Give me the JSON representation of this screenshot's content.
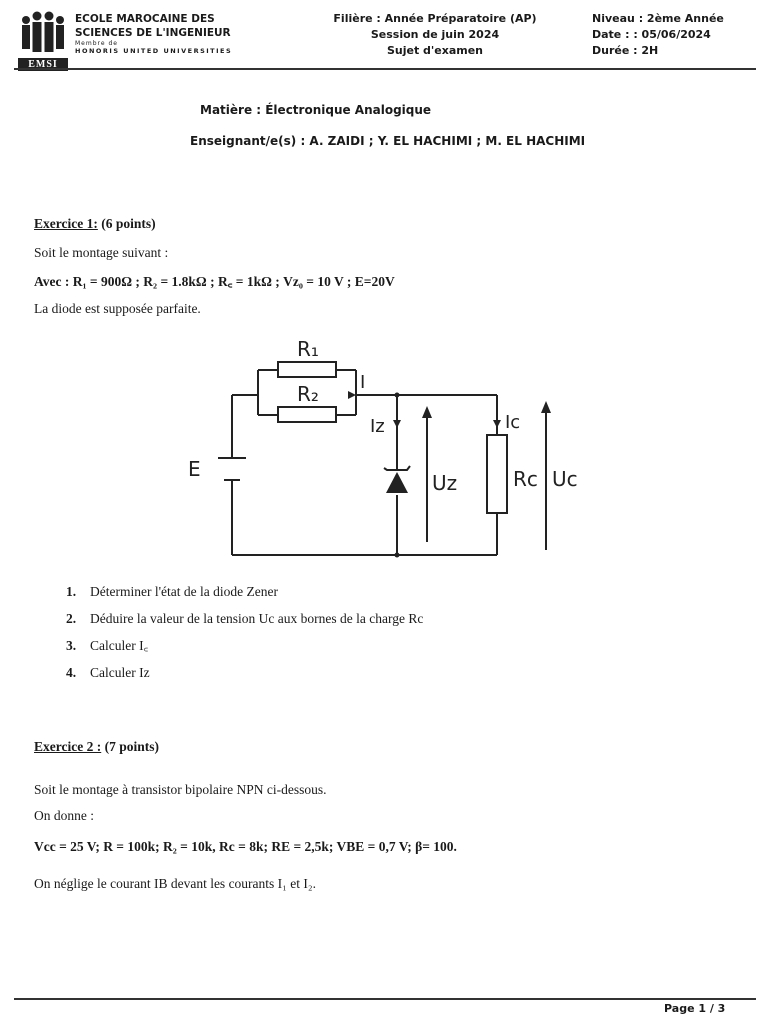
{
  "header": {
    "logo_text": "EMSI",
    "school_line1": "ECOLE MAROCAINE DES",
    "school_line2": "SCIENCES DE L'INGENIEUR",
    "member_of": "Membre de",
    "university": "HONORIS UNITED UNIVERSITIES",
    "filiere": "Filière : Année Préparatoire (AP)",
    "session": "Session de juin 2024",
    "sujet": "Sujet d'examen",
    "niveau": "Niveau : 2ème Année",
    "date": "Date : : 05/06/2024",
    "duree": "Durée : 2H"
  },
  "subject": "Matière : Électronique Analogique",
  "teachers": "Enseignant/e(s) : A. ZAIDI ; Y. EL HACHIMI ; M. EL HACHIMI",
  "exercise1": {
    "title": "Exercice 1:",
    "points": "(6 points)",
    "intro": "Soit le montage suivant :",
    "values": "Avec : R₁ = 900Ω ; R₂ = 1.8kΩ ; R꜀ = 1kΩ ; Vz₀ = 10 V ; E=20V",
    "diode_note": "La diode est supposée parfaite.",
    "circuit_labels": {
      "r1": "R₁",
      "r2": "R₂",
      "i": "I",
      "iz": "Iz",
      "ic": "Ic",
      "e": "E",
      "uz": "Uz",
      "rc": "Rc",
      "uc": "Uc"
    },
    "questions": [
      {
        "num": "1.",
        "text": "Déterminer l'état de la diode Zener"
      },
      {
        "num": "2.",
        "text": "Déduire la valeur de la tension Uc aux bornes de la charge Rc"
      },
      {
        "num": "3.",
        "text": "Calculer I꜀"
      },
      {
        "num": "4.",
        "text": "Calculer Iz"
      }
    ]
  },
  "exercise2": {
    "title": "Exercice 2 :",
    "points": "(7 points)",
    "intro": "Soit le montage à transistor bipolaire NPN ci-dessous.",
    "on_donne": "On donne :",
    "values": "Vcc = 25 V;  R = 100k;  R₂ = 10k,  Rc = 8k;    RE = 2,5k;   VBE = 0,7 V;  β= 100.",
    "neglect": "On néglige le courant IB devant les courants I₁ et I₂."
  },
  "footer": {
    "page": "Page 1 / 3"
  }
}
